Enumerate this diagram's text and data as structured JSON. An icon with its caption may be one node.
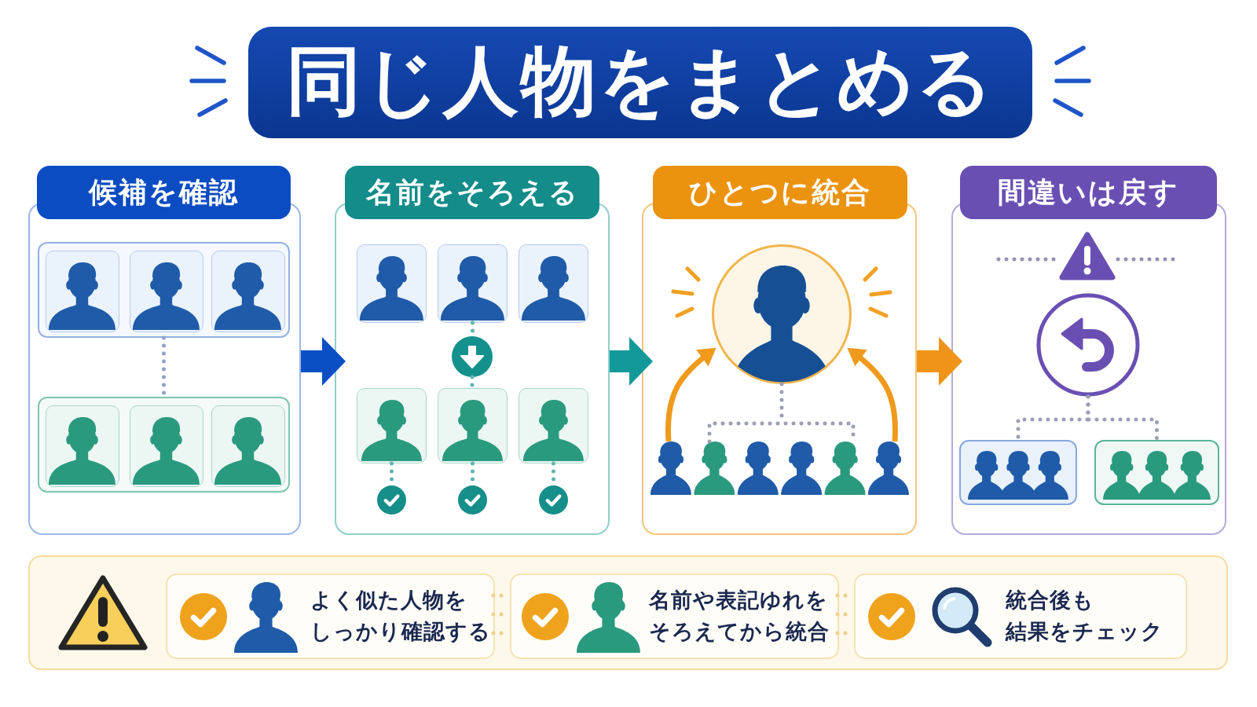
{
  "diagram": {
    "title": "同じ人物をまとめる",
    "nodes": [
      {
        "text": [
          "候補を確認"
        ]
      },
      {
        "text": [],
        "shape": "box",
        "in": 0
      },
      {
        "text": [],
        "shape": "box",
        "in": 0
      },
      {
        "text": [
          "名前をそろえる"
        ]
      },
      {
        "text": [],
        "shape": "picture",
        "in": 3
      },
      {
        "text": [],
        "shape": "picture",
        "in": 3
      },
      {
        "text": [],
        "shape": "picture",
        "in": 3
      },
      {
        "text": [],
        "shape": "circle",
        "in": 3
      },
      {
        "text": [],
        "shape": "picture",
        "in": 3
      },
      {
        "text": [],
        "shape": "picture",
        "in": 3
      },
      {
        "text": [],
        "shape": "picture",
        "in": 3
      },
      {
        "text": [],
        "shape": "circle",
        "in": 3
      },
      {
        "text": [],
        "shape": "circle",
        "in": 3
      },
      {
        "text": [],
        "shape": "circle",
        "in": 3
      },
      {
        "text": [
          "ひとつに統合"
        ]
      },
      {
        "text": [],
        "shape": "circle",
        "in": 14
      },
      {
        "text": [],
        "shape": "picture",
        "in": 14
      },
      {
        "text": [
          "間違いは戻す"
        ]
      },
      {
        "text": [],
        "shape": "circle",
        "in": 17
      },
      {
        "text": [],
        "shape": "box",
        "in": 17
      },
      {
        "text": [],
        "shape": "box",
        "in": 17
      },
      {
        "text": [],
        "shape": "box"
      },
      {
        "text": [
          "よく似た人物をしっかり確認する"
        ],
        "in": 21
      },
      {
        "text": [
          "名前や表記ゆれをそろえてから統合"
        ],
        "in": 21
      },
      {
        "text": [
          "統合後も結果をチェック"
        ],
        "in": 21
      }
    ],
    "edges": [
      {
        "from": 0,
        "to": 3,
        "arrow": "to",
        "style": "thick",
        "color": "#0b4fc4"
      },
      {
        "from": 3,
        "to": 14,
        "arrow": "to",
        "style": "thick",
        "color": "#14999b"
      },
      {
        "from": 14,
        "to": 17,
        "arrow": "to",
        "style": "thick",
        "color": "#ef9418"
      },
      {
        "from": 1,
        "to": 2,
        "arrow": "none",
        "style": "dashed",
        "color": "#8ea3cf"
      },
      {
        "from": 5,
        "to": 7,
        "arrow": "none",
        "style": "dashed",
        "color": "#5fb3ad"
      },
      {
        "from": 7,
        "to": 9,
        "arrow": "none",
        "style": "dashed",
        "color": "#5fb3ad"
      },
      {
        "from": 8,
        "to": 11,
        "arrow": "none",
        "style": "dashed",
        "color": "#5fb3ad"
      },
      {
        "from": 9,
        "to": 12,
        "arrow": "none",
        "style": "dashed",
        "color": "#5fb3ad"
      },
      {
        "from": 10,
        "to": 13,
        "arrow": "none",
        "style": "dashed",
        "color": "#5fb3ad"
      },
      {
        "from": 15,
        "to": 16,
        "arrow": "none",
        "style": "dashed"
      },
      {
        "from": 16,
        "to": 15,
        "arrow": "to",
        "color": "#ef9a1c"
      },
      {
        "from": 16,
        "to": 15,
        "arrow": "to",
        "color": "#ef9a1c"
      },
      {
        "from": 18,
        "to": 19,
        "arrow": "none",
        "style": "dashed"
      },
      {
        "from": 18,
        "to": 20,
        "arrow": "none",
        "style": "dashed"
      },
      {
        "from": 22,
        "to": 23,
        "arrow": "none",
        "style": "dashed",
        "color": "#f0d08e"
      },
      {
        "from": 23,
        "to": 24,
        "arrow": "none",
        "style": "dashed",
        "color": "#f0d08e"
      }
    ]
  }
}
